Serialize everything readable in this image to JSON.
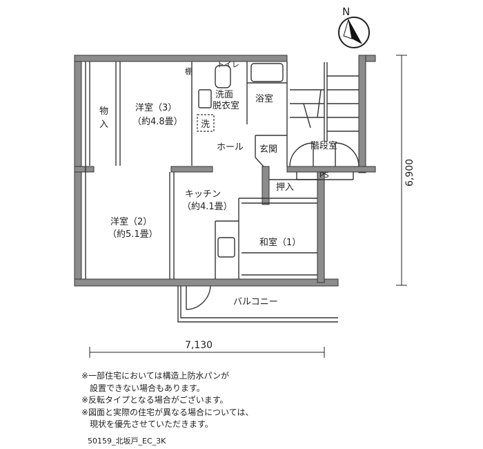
{
  "compass": {
    "label": "N"
  },
  "rooms": {
    "youshitsu3_name": "洋室（3）",
    "youshitsu3_size": "（約4.8畳）",
    "youshitsu2_name": "洋室（2）",
    "youshitsu2_size": "（約5.1畳）",
    "washitsu1_name": "和室（1）",
    "kitchen_name": "キッチン",
    "kitchen_size": "（約4.1畳）",
    "mono_ire_1": "物",
    "mono_ire_2": "入",
    "tana": "棚",
    "toilet": "トイレ",
    "senmen_1": "洗面",
    "senmen_2": "脱衣室",
    "sen": "洗",
    "yokushitsu": "浴室",
    "hall": "ホール",
    "genkan": "玄関",
    "kaidan": "階段室",
    "oshiire": "押入",
    "ps": "PS",
    "balcony": "バルコニー"
  },
  "dimensions": {
    "height": "6,900",
    "width": "7,130"
  },
  "notes": [
    "※一部住宅においては構造上防水パンが",
    "　設置できない場合もあります。",
    "※反転タイプとなる場合がございます。",
    "※図面と実際の住宅が異なる場合については、",
    "　現状を優先させていただきます。"
  ],
  "code": "50159_北坂戸_EC_3K"
}
